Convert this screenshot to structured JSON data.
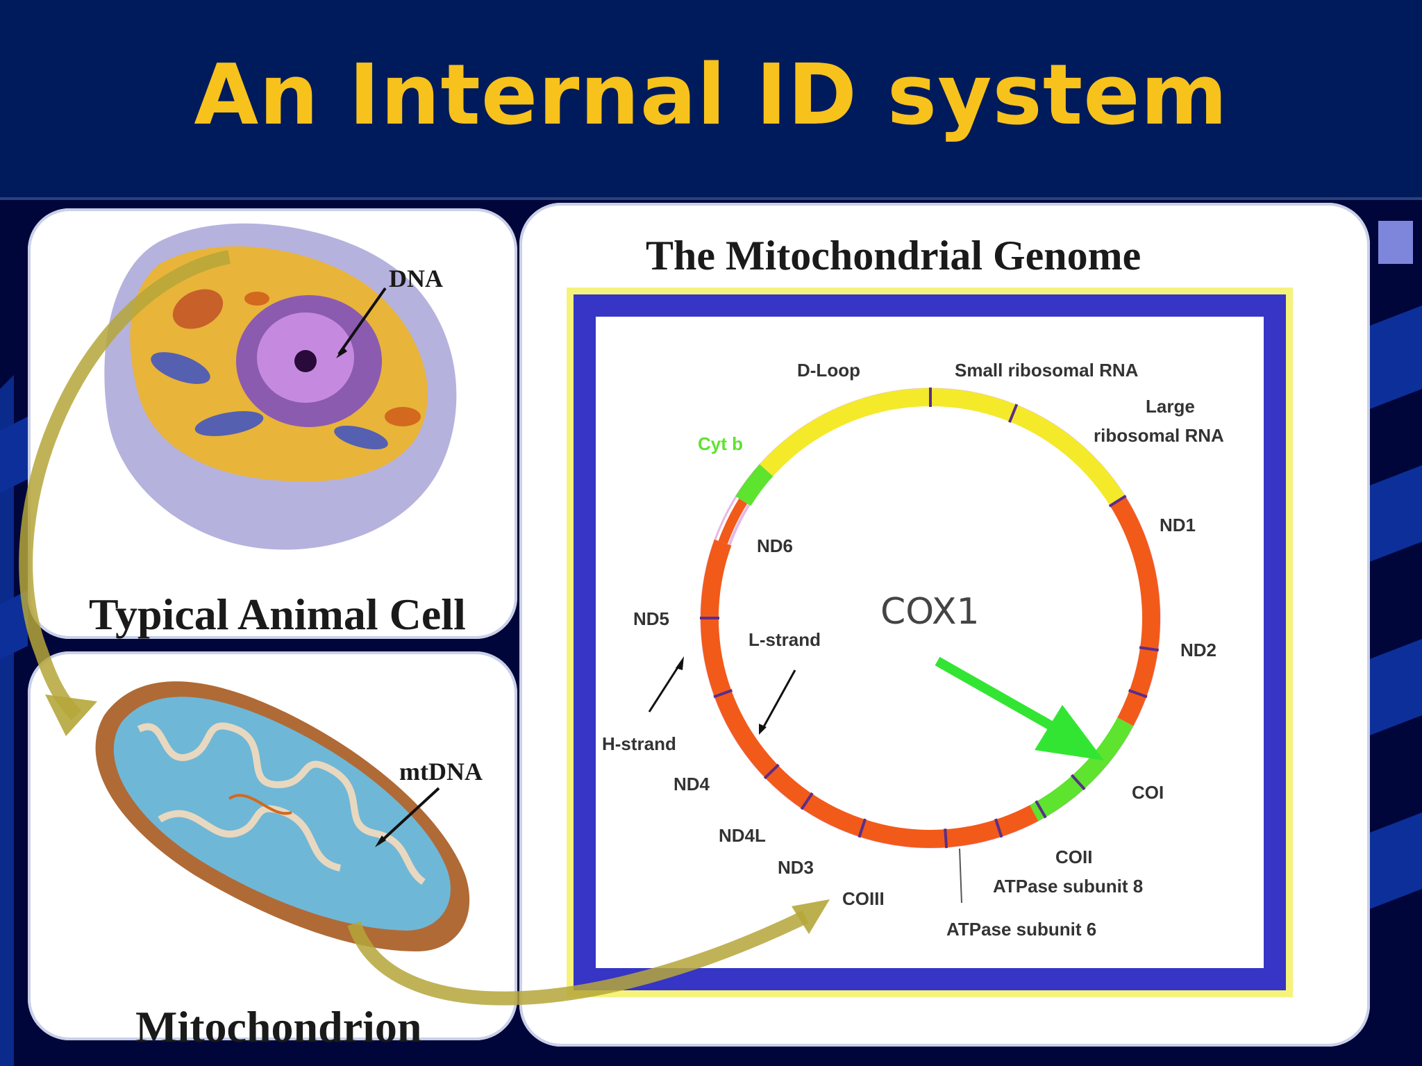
{
  "title": "An Internal ID system",
  "cell": {
    "label": "Typical Animal Cell",
    "dna_label": "DNA"
  },
  "mitochondrion": {
    "label": "Mitochondrion",
    "mtdna_label": "mtDNA"
  },
  "genome": {
    "title": "The Mitochondrial Genome",
    "center_label": "COX1",
    "labels": {
      "d_loop": "D-Loop",
      "small_rrna": "Small ribosomal RNA",
      "large_rrna_1": "Large",
      "large_rrna_2": "ribosomal RNA",
      "cyt_b": "Cyt b",
      "nd1": "ND1",
      "nd2": "ND2",
      "nd6": "ND6",
      "nd5": "ND5",
      "l_strand": "L-strand",
      "h_strand": "H-strand",
      "nd4": "ND4",
      "nd4l": "ND4L",
      "nd3": "ND3",
      "coiii": "COIII",
      "coii": "COII",
      "coi": "COI",
      "atp8": "ATPase subunit 8",
      "atp6": "ATPase subunit 6"
    }
  },
  "colors": {
    "background": "#00063a",
    "title_bar": "#001b5b",
    "title_text": "#f7c21c",
    "frame_blue": "#3635c6",
    "segment_yellow": "#f4ea2a",
    "segment_green": "#5ee32e",
    "segment_orange": "#f25a1a",
    "arrow_green": "#33e533"
  }
}
